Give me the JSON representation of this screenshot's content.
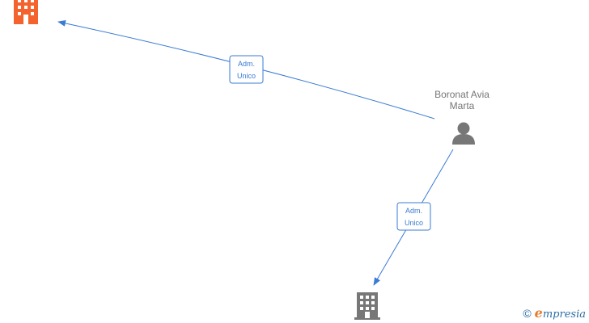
{
  "person": {
    "name_line1": "Boronat Avia",
    "name_line2": "Marta",
    "icon": "person-icon"
  },
  "companies": [
    {
      "icon": "building-icon",
      "color": "#f4622d"
    },
    {
      "icon": "building-icon",
      "color": "#777777"
    }
  ],
  "edges": [
    {
      "line1": "Adm.",
      "line2": "Unico"
    },
    {
      "line1": "Adm.",
      "line2": "Unico"
    }
  ],
  "colors": {
    "edge": "#3a7bd5",
    "person": "#777777"
  },
  "brand": {
    "symbol": "©",
    "initial": "e",
    "rest": "mpresia"
  }
}
